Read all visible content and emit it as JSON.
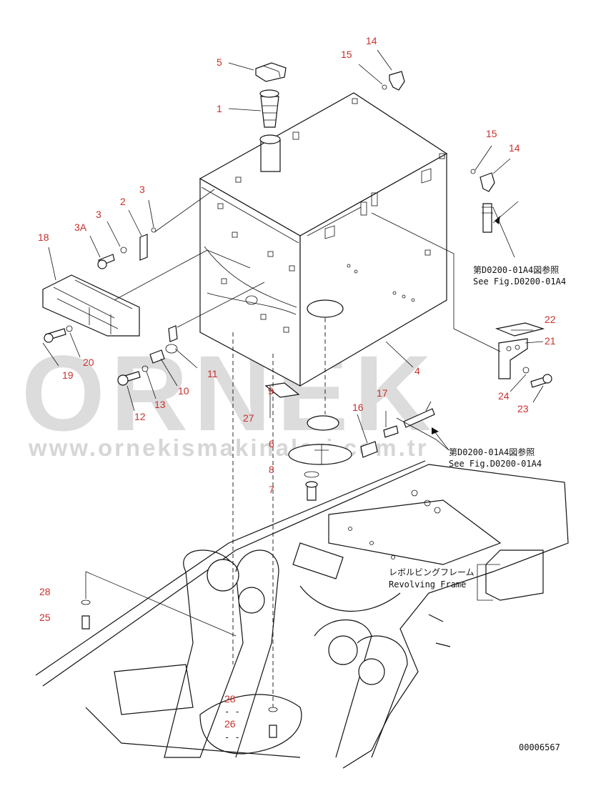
{
  "watermark": {
    "brand": "ORNEK",
    "url": "www.ornekismakinalari.com.tr"
  },
  "part_numbers": {
    "p1": "1",
    "p2": "2",
    "p3a": "3",
    "p3b": "3",
    "p3A": "3A",
    "p4": "4",
    "p5": "5",
    "p6": "6",
    "p7": "7",
    "p8": "8",
    "p9": "9",
    "p10": "10",
    "p11": "11",
    "p12": "12",
    "p13": "13",
    "p14a": "14",
    "p14b": "14",
    "p15a": "15",
    "p15b": "15",
    "p16": "16",
    "p17": "17",
    "p18": "18",
    "p19": "19",
    "p20": "20",
    "p21": "21",
    "p22": "22",
    "p23": "23",
    "p24": "24",
    "p25": "25",
    "p26": "26",
    "p27": "27",
    "p28a": "28",
    "p28b": "28"
  },
  "references": {
    "ref1_jp": "第D0200-01A4図参照",
    "ref1_en": "See Fig.D0200-01A4",
    "ref2_jp": "第D0200-01A4図参照",
    "ref2_en": "See Fig.D0200-01A4"
  },
  "frame_label": {
    "jp": "レボルビングフレーム",
    "en": "Revolving Frame"
  },
  "small_marks": {
    "dash1": "- -",
    "dash2": "- -"
  },
  "drawing_number": "00006567"
}
